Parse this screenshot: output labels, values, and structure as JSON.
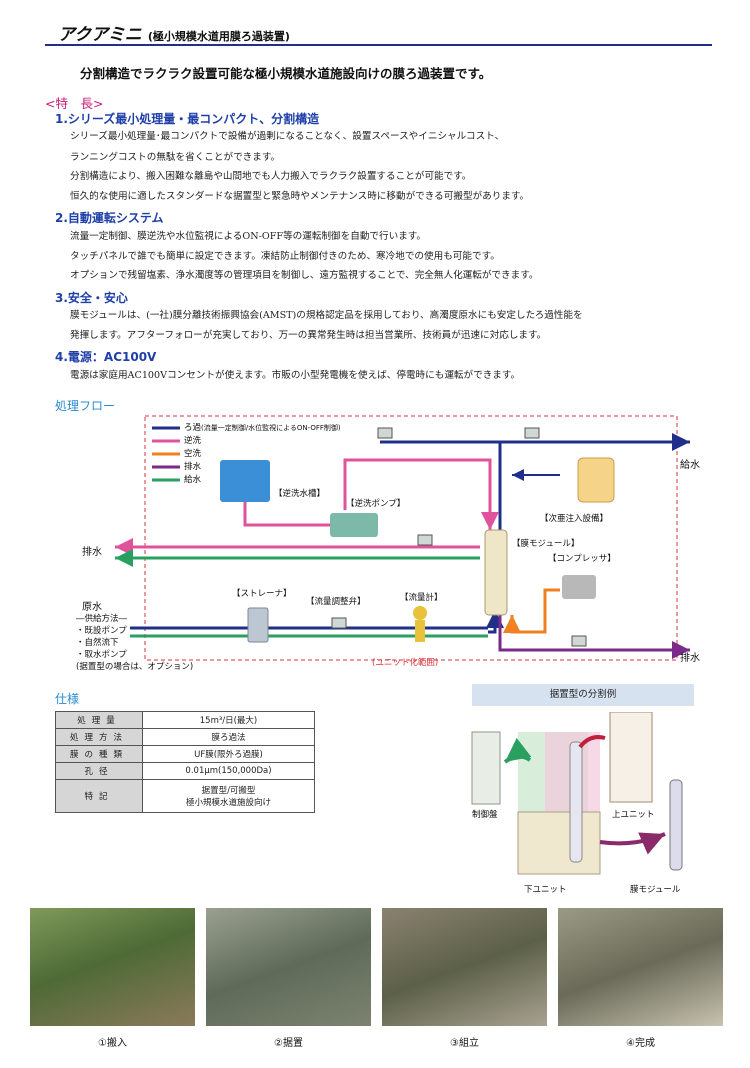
{
  "header": {
    "title": "アクアミニ",
    "subtitle": "(極小規模水道用膜ろ過装置)"
  },
  "lead": "分割構造でラクラク設置可能な極小規模水道施設向けの膜ろ過装置です。",
  "features_heading": "<特　長>",
  "sections": [
    {
      "heading": "1.シリーズ最小処理量・最コンパクト、分割構造",
      "lines": [
        "シリーズ最小処理量･最コンパクトで設備が過剰になることなく、設置スペースやイニシャルコスト、",
        "ランニングコストの無駄を省くことができます。",
        "分割構造により、搬入困難な離島や山間地でも人力搬入でラクラク設置することが可能です。",
        "恒久的な使用に適したスタンダードな据置型と緊急時やメンテナンス時に移動ができる可搬型があります。"
      ]
    },
    {
      "heading": "2.自動運転システム",
      "lines": [
        "流量一定制御、膜逆洗や水位監視によるON-OFF等の運転制御を自動で行います。",
        "タッチパネルで誰でも簡単に設定できます。凍結防止制御付きのため、寒冷地での使用も可能です。",
        "オプションで残留塩素、浄水濁度等の管理項目を制御し、遠方監視することで、完全無人化運転ができます。"
      ]
    },
    {
      "heading": "3.安全・安心",
      "lines": [
        "膜モジュールは、(一社)膜分離技術振興協会(AMST)の規格認定品を採用しており、高濁度原水にも安定したろ過性能を",
        "発揮します。アフターフォローが充実しており、万一の異常発生時は担当営業所、技術員が迅速に対応します。"
      ]
    },
    {
      "heading": "4.電源：AC100V",
      "lines": [
        "電源は家庭用AC100Vコンセントが使えます。市販の小型発電機を使えば、停電時にも運転ができます。"
      ]
    }
  ],
  "flow": {
    "heading": "処理フロー",
    "legend": [
      {
        "label": "ろ過",
        "note": "(流量一定制御/水位監視によるON-OFF制御)",
        "color": "#1f2f8a"
      },
      {
        "label": "逆洗",
        "note": "",
        "color": "#e0529c"
      },
      {
        "label": "空洗",
        "note": "",
        "color": "#f08020"
      },
      {
        "label": "排水",
        "note": "",
        "color": "#7a2a8a"
      },
      {
        "label": "給水",
        "note": "",
        "color": "#2aa060"
      }
    ],
    "labels": {
      "backwash_tank": "【逆洗水槽】",
      "backwash_pump": "【逆洗ポンプ】",
      "hypochlorite": "【次亜注入設備】",
      "membrane_module": "【膜モジュール】",
      "compressor": "【コンプレッサ】",
      "strainer": "【ストレーナ】",
      "flow_valve": "【流量調整弁】",
      "flow_meter": "【流量計】",
      "unit_range": "(ユニット化範囲)",
      "supply_out": "給水",
      "drain_left": "排水",
      "drain_right": "排水"
    },
    "source": {
      "title": "原水",
      "method": "―供給方法―",
      "items": [
        "・既設ポンプ",
        "・自然流下",
        "・取水ポンプ"
      ],
      "note": "(据置型の場合は、オプション)"
    }
  },
  "spec": {
    "heading": "仕様",
    "rows": [
      {
        "key": "処理量",
        "value": "15m³/日(最大)"
      },
      {
        "key": "処理方法",
        "value": "膜ろ過法"
      },
      {
        "key": "膜の種類",
        "value": "UF膜(限外ろ過膜)"
      },
      {
        "key": "孔径",
        "value": "0.01μm(150,000Da)"
      },
      {
        "key": "特記",
        "value": "据置型/可搬型",
        "value2": "極小規模水道施設向け"
      }
    ]
  },
  "split": {
    "heading": "据置型の分割例",
    "control_panel": "制御盤",
    "upper_unit": "上ユニット",
    "lower_unit": "下ユニット",
    "membrane": "膜モジュール"
  },
  "photos": [
    {
      "caption": "①搬入"
    },
    {
      "caption": "②据置"
    },
    {
      "caption": "③組立"
    },
    {
      "caption": "④完成"
    }
  ]
}
